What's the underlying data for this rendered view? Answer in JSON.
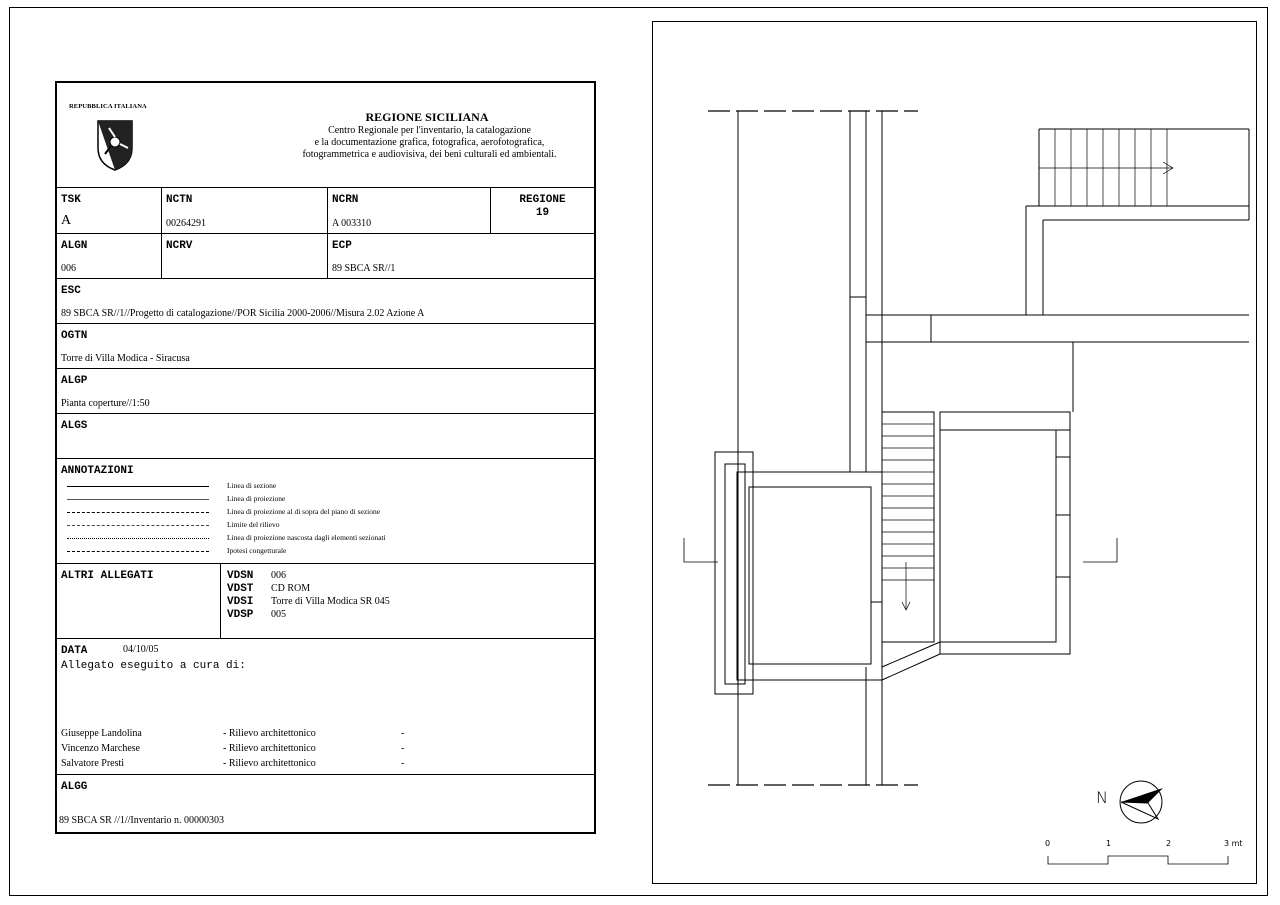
{
  "header": {
    "republic": "REPUBBLICA ITALIANA",
    "region_title": "REGIONE SICILIANA",
    "subtitle_lines": [
      "Centro Regionale per l'inventario, la catalogazione",
      "e la documentazione grafica, fotografica, aerofotografica,",
      "fotogrammetrica e audiovisiva, dei beni culturali ed ambientali."
    ]
  },
  "fields": {
    "tsk": {
      "label": "TSK",
      "value": "A"
    },
    "nctn": {
      "label": "NCTN",
      "value": "00264291"
    },
    "ncrn": {
      "label": "NCRN",
      "value": "A 003310"
    },
    "regione": {
      "label": "REGIONE",
      "value": "19"
    },
    "algn": {
      "label": "ALGN",
      "value": "006"
    },
    "ncrv": {
      "label": "NCRV",
      "value": ""
    },
    "ecp": {
      "label": "ECP",
      "value": "89 SBCA SR//1"
    },
    "esc": {
      "label": "ESC",
      "value": "89 SBCA SR//1//Progetto di catalogazione//POR Sicilia 2000-2006//Misura 2.02 Azione A"
    },
    "ogtn": {
      "label": "OGTN",
      "value": "Torre di Villa Modica - Siracusa"
    },
    "algp": {
      "label": "ALGP",
      "value": "Pianta coperture//1:50"
    },
    "algs": {
      "label": "ALGS",
      "value": ""
    }
  },
  "annotazioni": {
    "label": "ANNOTAZIONI",
    "legend": [
      "Linea di sezione",
      "Linea di proiezione",
      "Linea di proiezione al di sopra del piano di sezione",
      "Limite del rilievo",
      "Linea di proiezione nascosta dagli elementi sezionati",
      "Ipotesi congetturale"
    ]
  },
  "altri_allegati": {
    "label": "ALTRI ALLEGATI",
    "items": [
      {
        "key": "VDSN",
        "value": "006"
      },
      {
        "key": "VDST",
        "value": "CD ROM"
      },
      {
        "key": "VDSI",
        "value": "Torre di Villa Modica SR 045"
      },
      {
        "key": "VDSP",
        "value": "005"
      }
    ]
  },
  "data_section": {
    "label": "DATA",
    "date": "04/10/05",
    "intro": "Allegato eseguito a cura di:",
    "people": [
      {
        "name": "Giuseppe Landolina",
        "role": "- Rilievo architettonico",
        "dash": "-"
      },
      {
        "name": "Vincenzo Marchese",
        "role": "- Rilievo architettonico",
        "dash": "-"
      },
      {
        "name": "Salvatore Presti",
        "role": "- Rilievo architettonico",
        "dash": "-"
      }
    ]
  },
  "algg": {
    "label": "ALGG",
    "value": "89 SBCA SR //1//Inventario n. 00000303"
  },
  "plan": {
    "north_label": "N",
    "scale_labels": [
      "0",
      "1",
      "2",
      "3 mt"
    ]
  }
}
